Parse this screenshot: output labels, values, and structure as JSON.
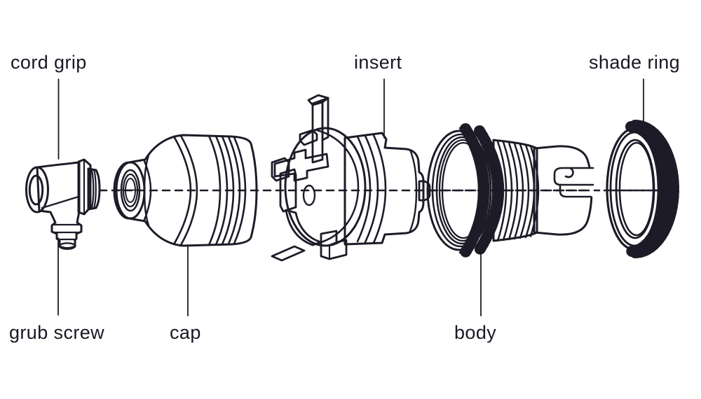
{
  "diagram": {
    "type": "exploded-parts-diagram",
    "colors": {
      "ink": "#1c1b27",
      "background": "#ffffff"
    },
    "parts": {
      "cord_grip": {
        "label": "cord grip",
        "label_position": "top-left"
      },
      "grub_screw": {
        "label": "grub screw",
        "label_position": "bottom-left"
      },
      "cap": {
        "label": "cap",
        "label_position": "bottom"
      },
      "insert": {
        "label": "insert",
        "label_position": "top-center"
      },
      "body": {
        "label": "body",
        "label_position": "bottom-center"
      },
      "shade_ring": {
        "label": "shade ring",
        "label_position": "top-right"
      }
    }
  }
}
